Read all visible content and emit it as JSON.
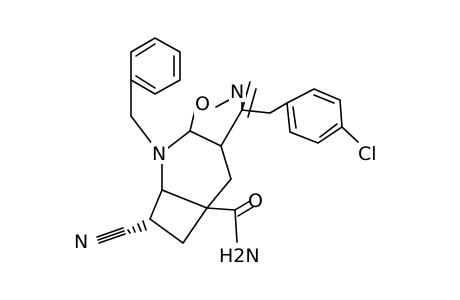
{
  "atoms": {
    "ring_nitrogen": "N",
    "ring_oxygen": "O",
    "oxazole_nitrogen": "N",
    "chlorine": "Cl",
    "nitrile_nitrogen": "N",
    "amide_oxygen": "O",
    "amide_nitrogen": "H2N"
  },
  "colors": {
    "bond": "#000000",
    "label": "#000000",
    "background": "#ffffff"
  }
}
